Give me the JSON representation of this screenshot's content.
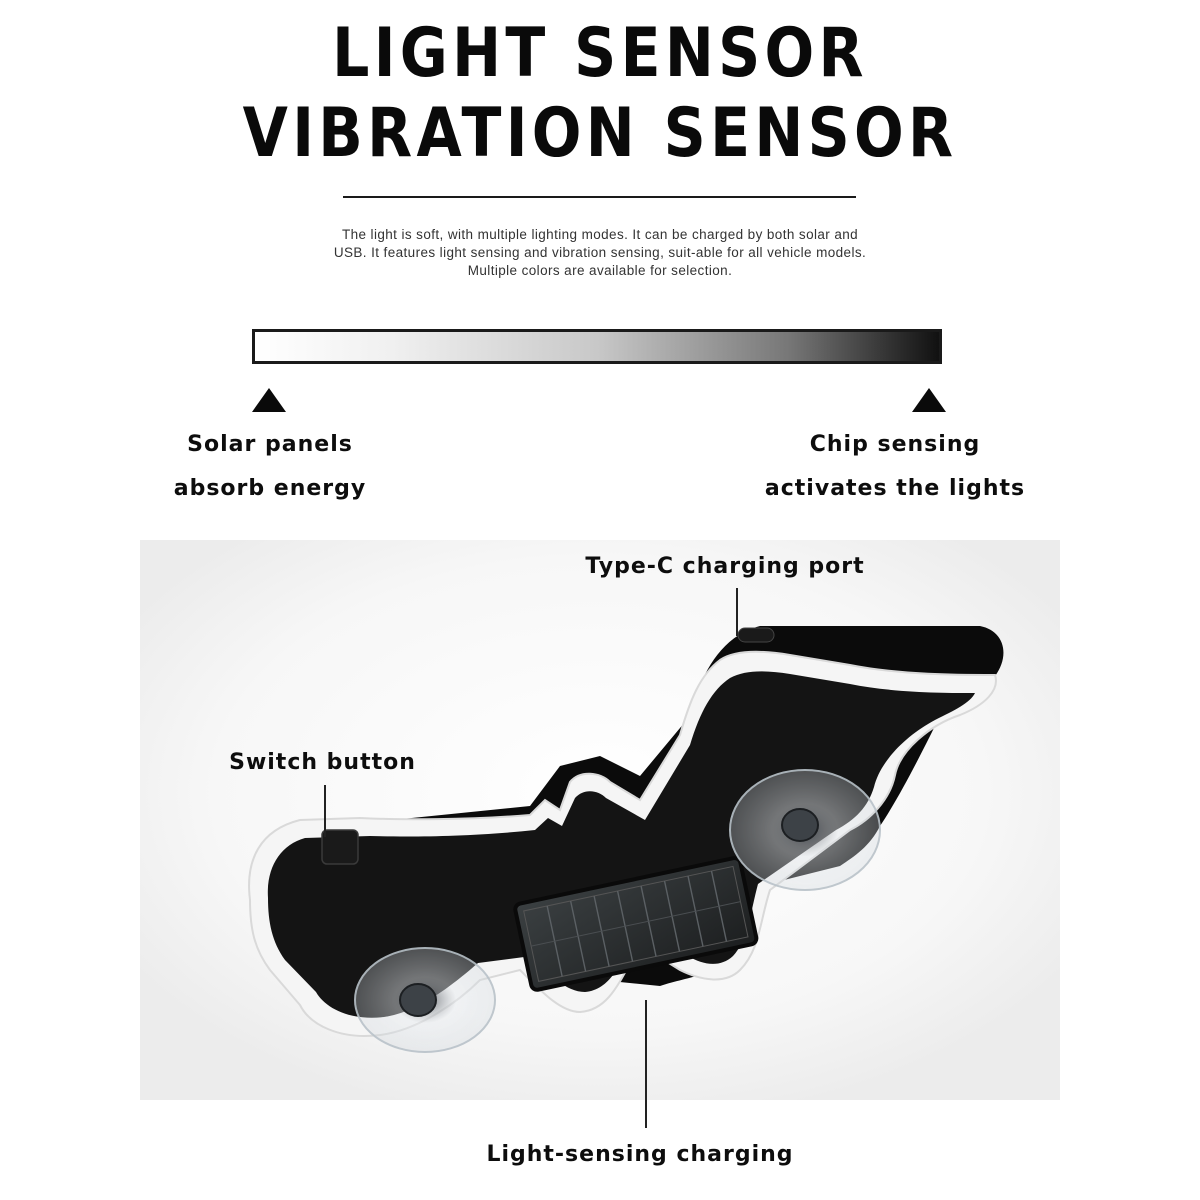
{
  "headline": {
    "line1": "LIGHT SENSOR",
    "line2": "VIBRATION SENSOR"
  },
  "description": "The light is soft, with multiple lighting modes. It can be charged by both solar and USB. It features light sensing and vibration sensing, suit-able for all vehicle models. Multiple colors are available for selection.",
  "scale": {
    "left_label_line1": "Solar panels",
    "left_label_line2": "absorb energy",
    "right_label_line1": "Chip sensing",
    "right_label_line2": "activates the lights"
  },
  "callouts": {
    "type_c": "Type-C charging port",
    "switch": "Switch button",
    "charging": "Light-sensing charging"
  },
  "colors": {
    "text": "#0a0a0a",
    "product_body": "#111111",
    "glow_edge": "#f4f4f4",
    "solar_panel": "#2b2e2f"
  },
  "icons": [
    "triangle-up-icon",
    "triangle-up-icon"
  ]
}
